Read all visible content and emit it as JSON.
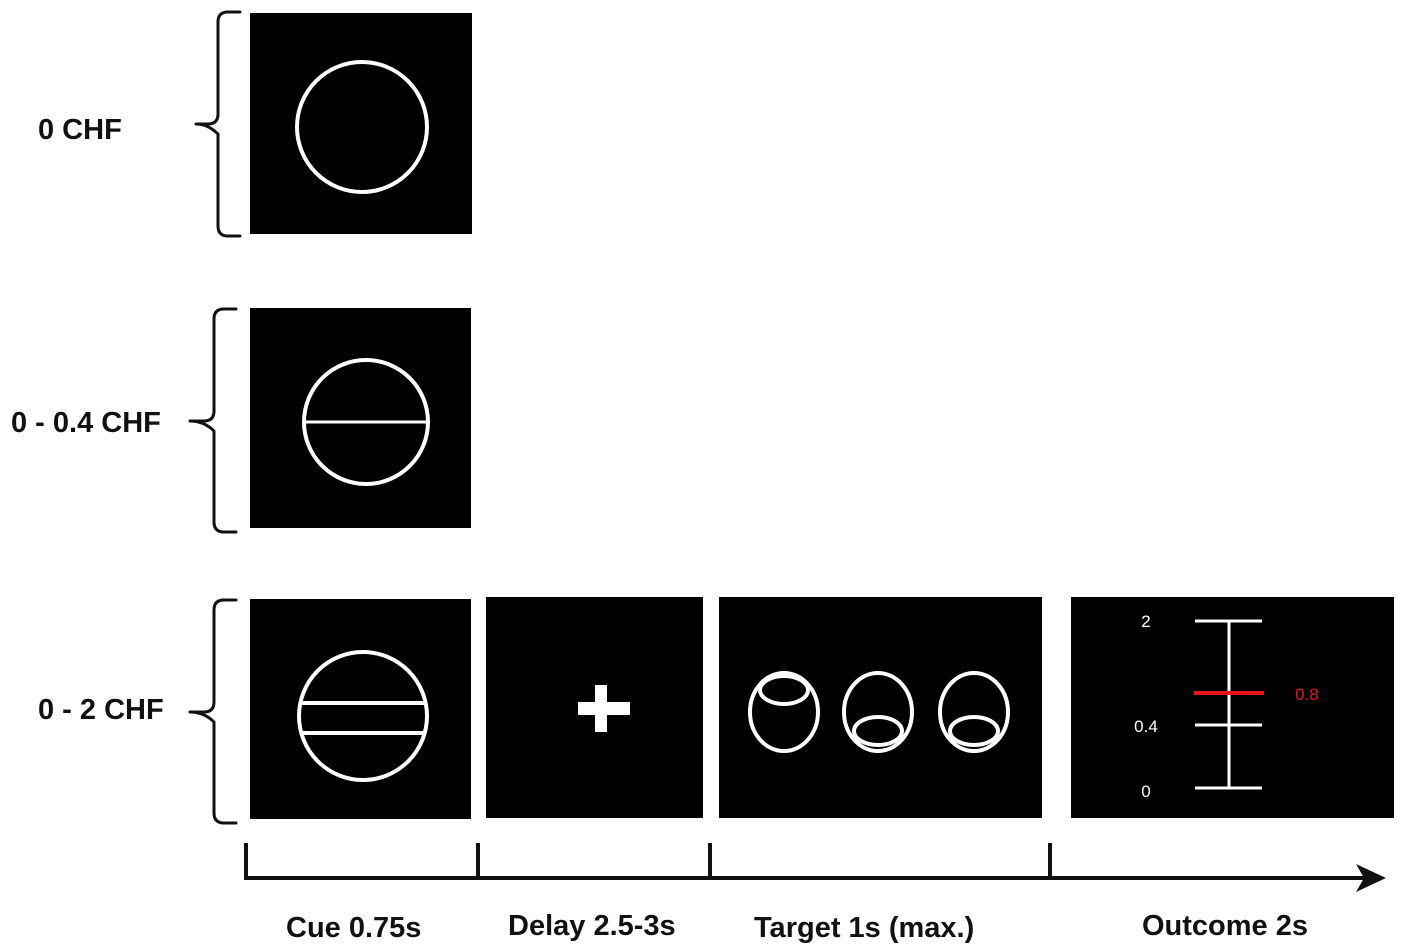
{
  "colors": {
    "background": "#ffffff",
    "panel": "#000000",
    "stimulus": "#ffffff",
    "highlight": "#e8151b",
    "text": "#111111"
  },
  "conditions": [
    {
      "label": "0 CHF",
      "cue_icon": "circle-icon"
    },
    {
      "label": "0 - 0.4 CHF",
      "cue_icon": "circle-one-line-icon"
    },
    {
      "label": "0 - 2 CHF",
      "cue_icon": "circle-two-lines-icon"
    }
  ],
  "phases": [
    {
      "label": "Cue  0.75s"
    },
    {
      "label": "Delay  2.5-3s"
    },
    {
      "label": "Target  1s (max.)"
    },
    {
      "label": "Outcome 2s"
    }
  ],
  "target_icons": [
    "open-top-egg-icon",
    "open-bottom-egg-icon",
    "open-bottom-egg-icon"
  ],
  "outcome_scale": {
    "ticks": [
      "2",
      "0.4",
      "0"
    ],
    "value_label": "0.8"
  }
}
